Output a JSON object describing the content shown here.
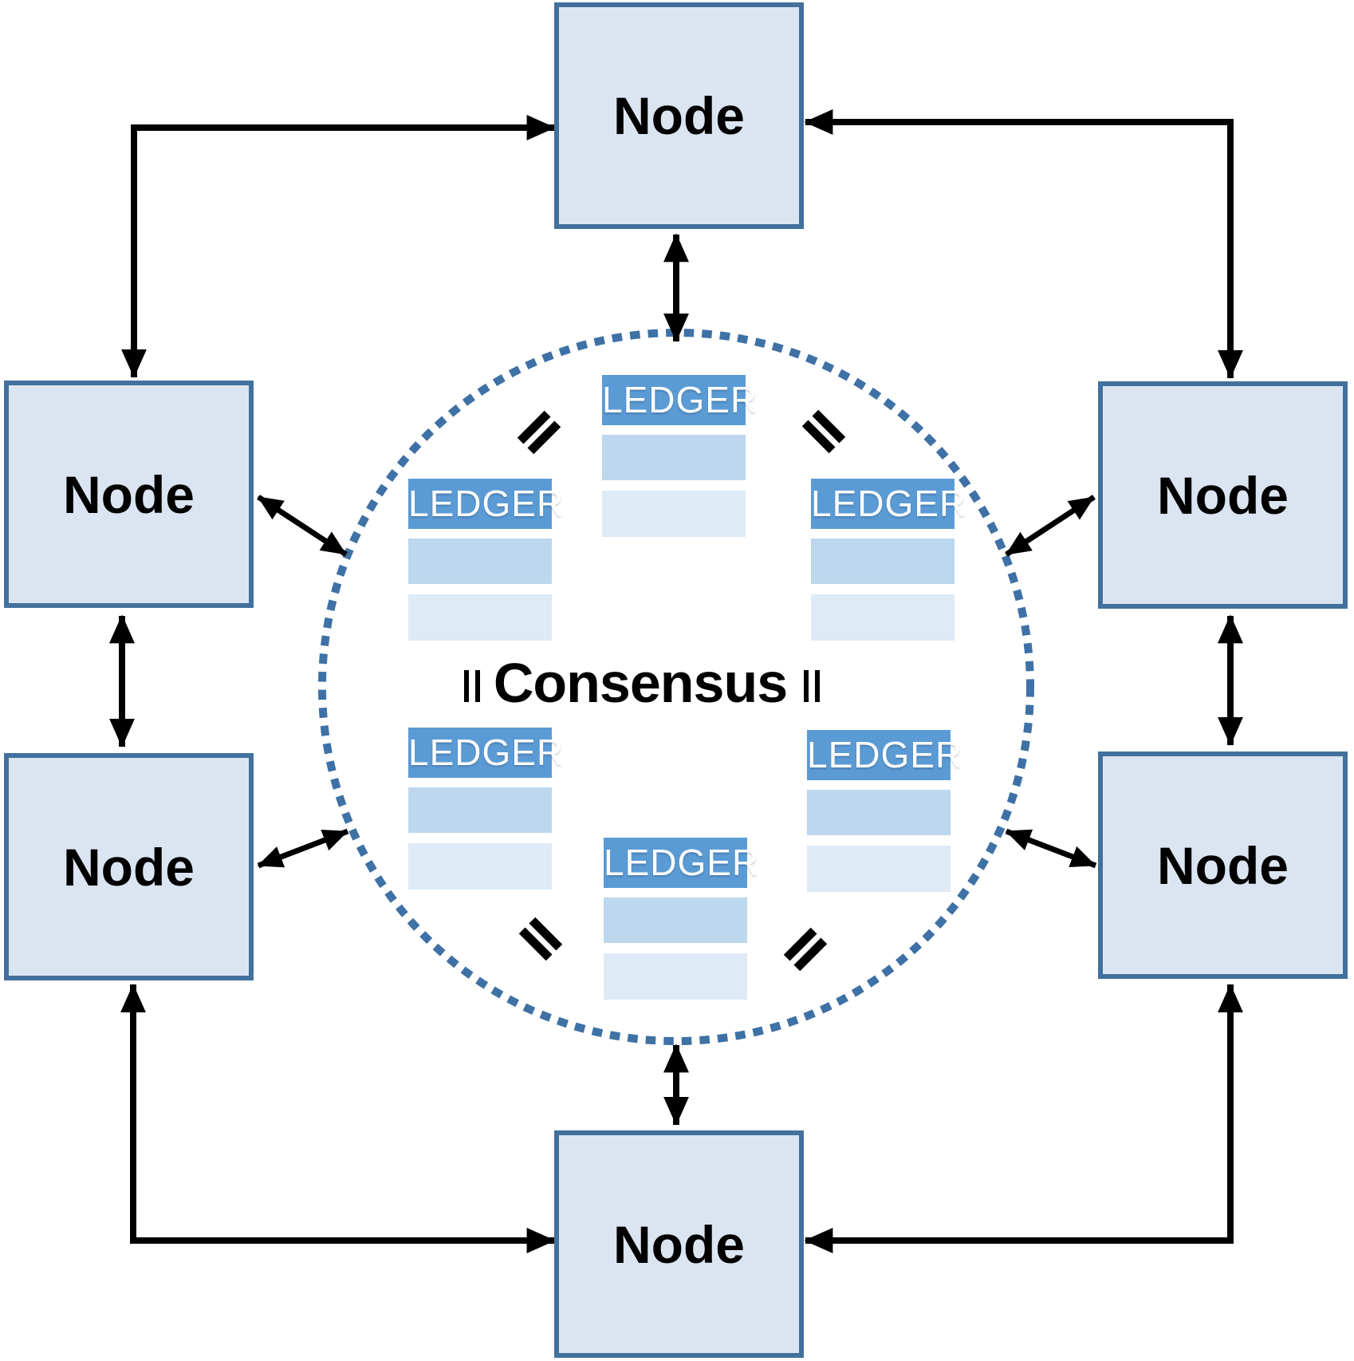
{
  "center_label": "Consensus",
  "nodes": [
    {
      "id": "node-top",
      "position": "top",
      "label": "Node"
    },
    {
      "id": "node-upper-left",
      "position": "upper-left",
      "label": "Node"
    },
    {
      "id": "node-upper-right",
      "position": "upper-right",
      "label": "Node"
    },
    {
      "id": "node-lower-left",
      "position": "lower-left",
      "label": "Node"
    },
    {
      "id": "node-lower-right",
      "position": "lower-right",
      "label": "Node"
    },
    {
      "id": "node-bottom",
      "position": "bottom",
      "label": "Node"
    }
  ],
  "ledgers": [
    {
      "id": "ledger-top",
      "position": "top-center",
      "label": "LEDGER",
      "blank_rows": 2
    },
    {
      "id": "ledger-upper-left",
      "position": "upper-left",
      "label": "LEDGER",
      "blank_rows": 2
    },
    {
      "id": "ledger-upper-right",
      "position": "upper-right",
      "label": "LEDGER",
      "blank_rows": 2
    },
    {
      "id": "ledger-lower-left",
      "position": "lower-left",
      "label": "LEDGER",
      "blank_rows": 2
    },
    {
      "id": "ledger-lower-right",
      "position": "lower-right",
      "label": "LEDGER",
      "blank_rows": 2
    },
    {
      "id": "ledger-bottom",
      "position": "bottom-center",
      "label": "LEDGER",
      "blank_rows": 2
    }
  ],
  "equals_marks": 6,
  "connections": {
    "style": "double-headed-arrows",
    "node_to_node": 6,
    "node_to_circle": 6
  },
  "colors": {
    "node_fill": "#dbe5f1",
    "node_border": "#41719c",
    "ledger_header_bg": "#5b9bd5",
    "ledger_row_bg": "#bdd7ee",
    "ledger_row2_bg": "#deeaf6",
    "ledger_text": "#ffffff",
    "circle_dots": "#3e71a5",
    "arrow": "#000000",
    "label_text": "#000000",
    "background": "#ffffff"
  }
}
